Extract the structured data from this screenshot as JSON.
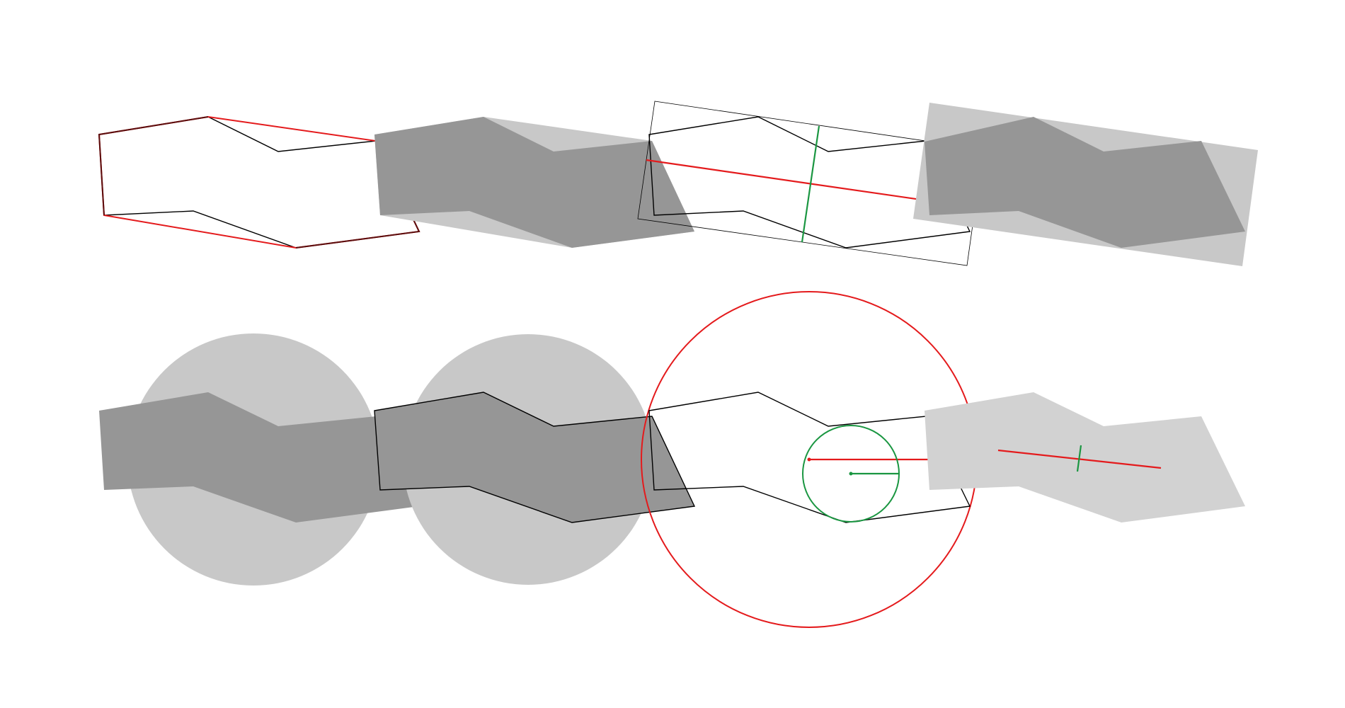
{
  "figure": {
    "description_text": "",
    "colors": {
      "background": "#ffffff",
      "outline": "#000000",
      "polygon_fill": "#969696",
      "shadow_fill": "#c8c8c8",
      "light_fill": "#d2d2d2",
      "hull_red": "#e41a1c",
      "axis_green": "#1a9641"
    },
    "panels": [
      {
        "name": "panel-convex-hull",
        "kind": "convex-hull"
      },
      {
        "name": "panel-hull-fill",
        "kind": "polygon-with-hull-fill"
      },
      {
        "name": "panel-min-rotated-rect",
        "kind": "minimum-rotated-rectangle-with-axes"
      },
      {
        "name": "panel-rect-fill",
        "kind": "polygon-with-rectangle-fill"
      },
      {
        "name": "panel-bounding-circle-fill",
        "kind": "polygon-with-circle-fill"
      },
      {
        "name": "panel-circle-outline",
        "kind": "polygon-outline-with-circle-fill"
      },
      {
        "name": "panel-enclosing-inscribed-circle",
        "kind": "enclosing-and-inscribed-circle"
      },
      {
        "name": "panel-centroid-axes",
        "kind": "polygon-with-principal-axes"
      }
    ]
  }
}
